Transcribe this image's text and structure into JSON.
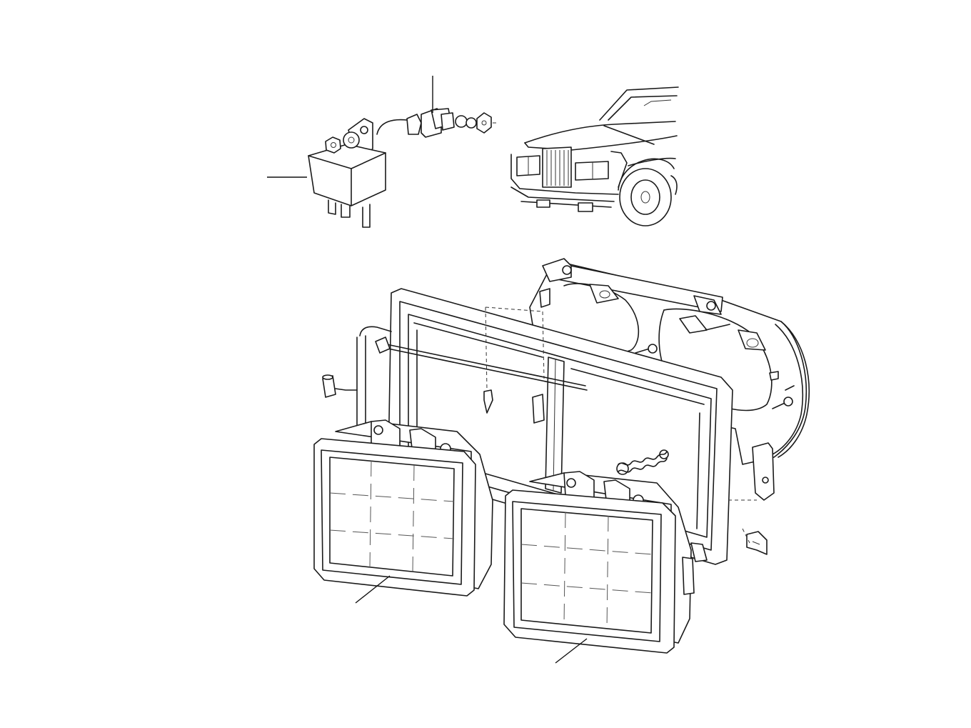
{
  "diagram": {
    "background": "#ffffff",
    "ink": "#1a1a1a",
    "parts": [
      {
        "id": "relay",
        "icon": "relay-icon"
      },
      {
        "id": "switch",
        "icon": "switch-icon"
      },
      {
        "id": "car",
        "icon": "car-front-icon"
      },
      {
        "id": "housing",
        "icon": "headlamp-housing-icon"
      },
      {
        "id": "bezel",
        "icon": "headlamp-bezel-icon"
      },
      {
        "id": "outer-headlamp",
        "icon": "sealed-beam-lamp-icon"
      },
      {
        "id": "inner-headlamp",
        "icon": "sealed-beam-lamp-icon"
      }
    ]
  }
}
